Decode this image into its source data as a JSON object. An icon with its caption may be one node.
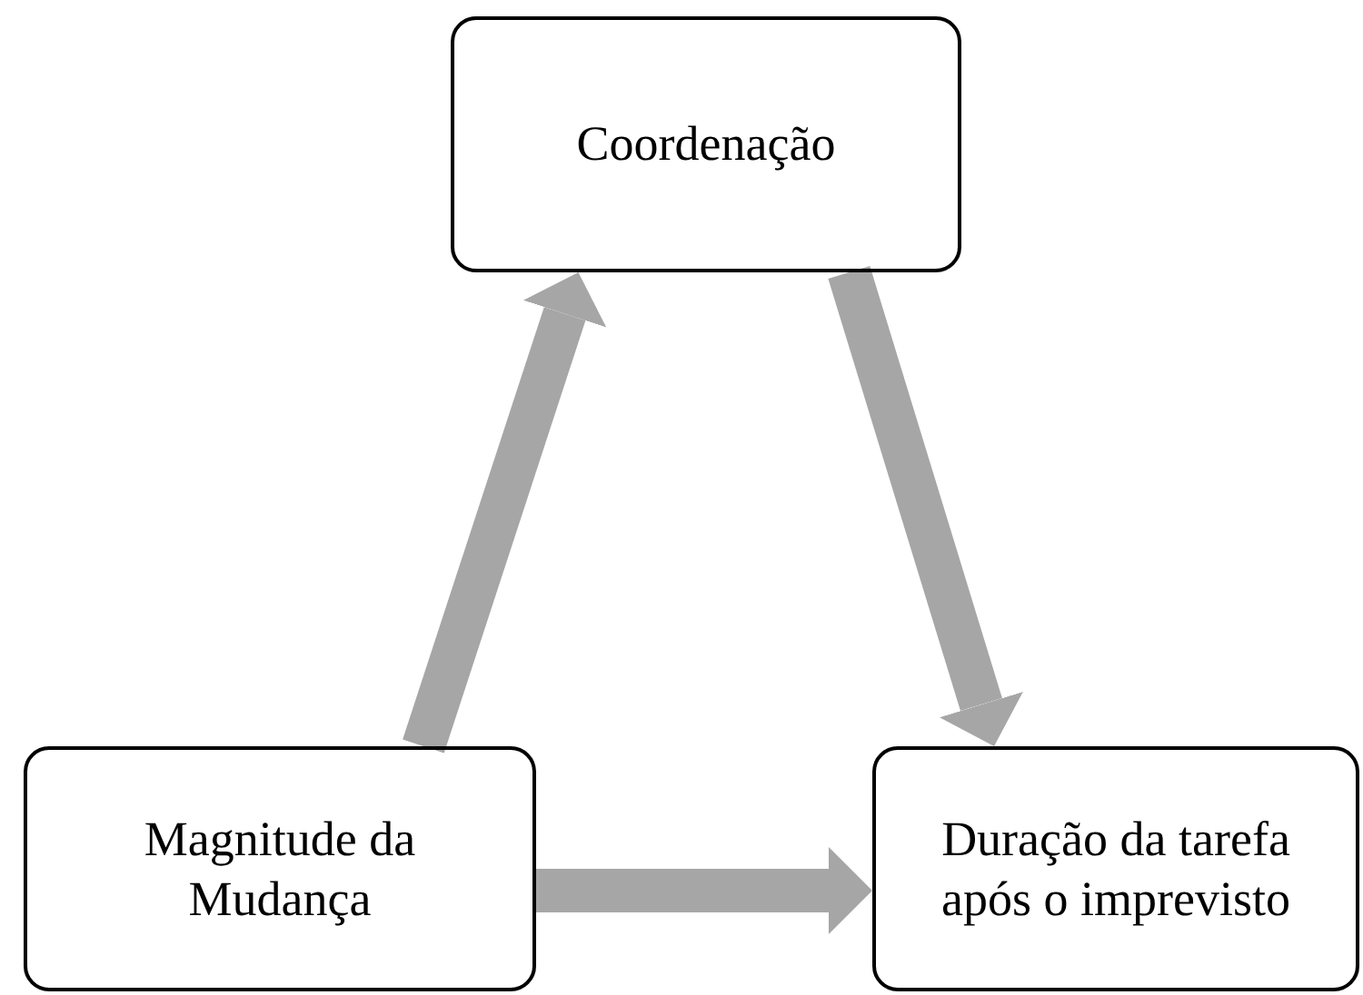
{
  "diagram": {
    "nodes": [
      {
        "text": [
          "Coordenação"
        ]
      },
      {
        "text": [
          "Magnitude da Mudança"
        ]
      },
      {
        "text": [
          "Duração da tarefa após o imprevisto"
        ]
      }
    ],
    "edges": [
      {
        "from": 1,
        "to": 0,
        "arrow": "to"
      },
      {
        "from": 0,
        "to": 2,
        "arrow": "to"
      },
      {
        "from": 1,
        "to": 2,
        "arrow": "to"
      }
    ]
  }
}
